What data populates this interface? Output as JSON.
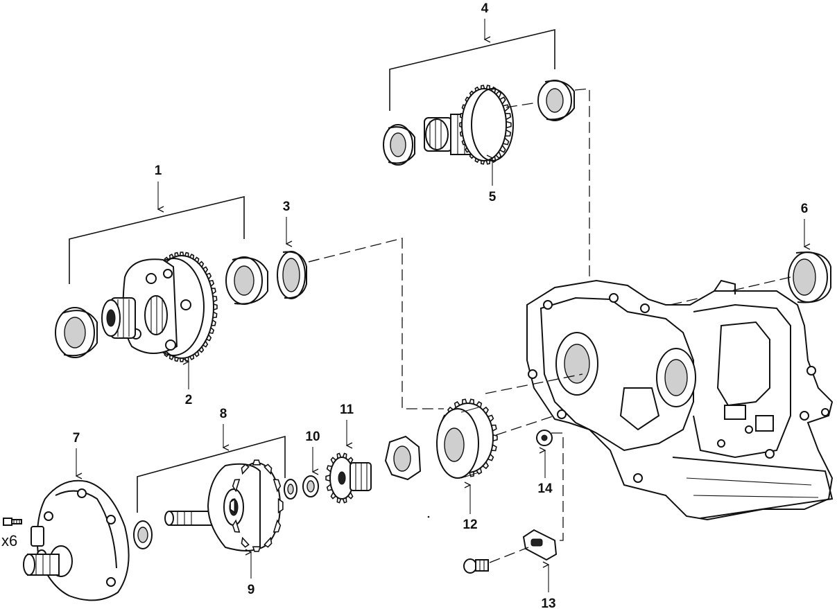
{
  "callouts": {
    "c1": "1",
    "c2": "2",
    "c3": "3",
    "c4": "4",
    "c5": "5",
    "c6": "6",
    "c7": "7",
    "c8": "8",
    "c9": "9",
    "c10": "10",
    "c11": "11",
    "c12": "12",
    "c13": "13",
    "c14": "14"
  },
  "quantity_label": "x6",
  "colors": {
    "line": "#111111",
    "background": "#ffffff",
    "shade": "#cfcfcf"
  }
}
